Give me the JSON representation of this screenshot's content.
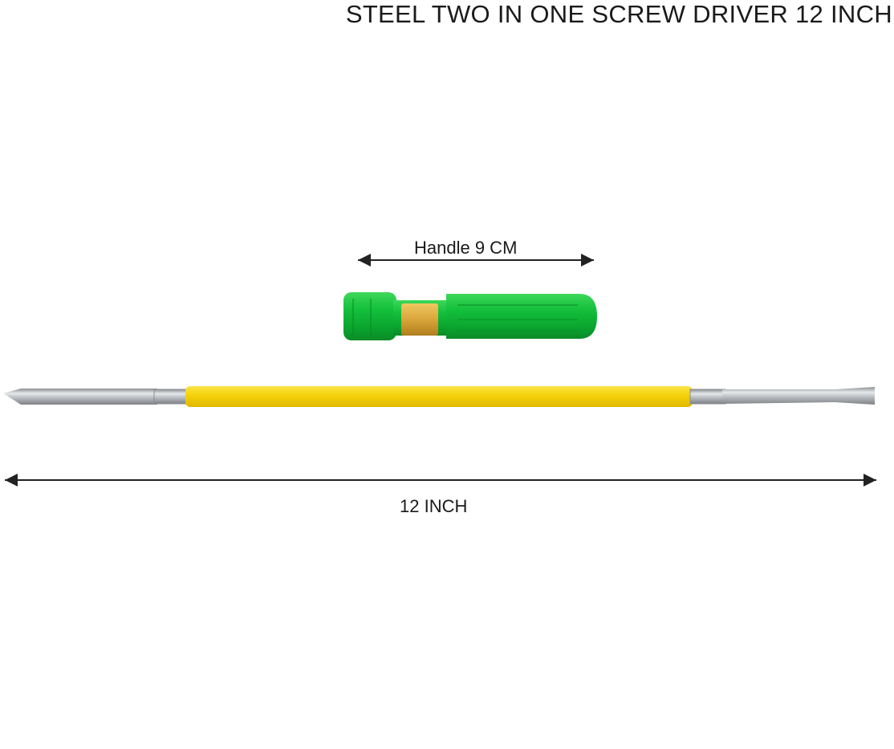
{
  "title": "STEEL TWO IN ONE SCREW DRIVER 12 INCH",
  "dimensions": {
    "handle_label": "Handle 9 CM",
    "length_label": "12 INCH"
  },
  "product": {
    "handle_icon": "screwdriver-handle-icon",
    "shaft_icon": "double-ended-screwdriver-shaft-icon",
    "handle_color": "#12b83a",
    "shaft_color": "#f5d20a",
    "metal_color": "#b8bcc0",
    "label_color": "#d9a53a"
  }
}
